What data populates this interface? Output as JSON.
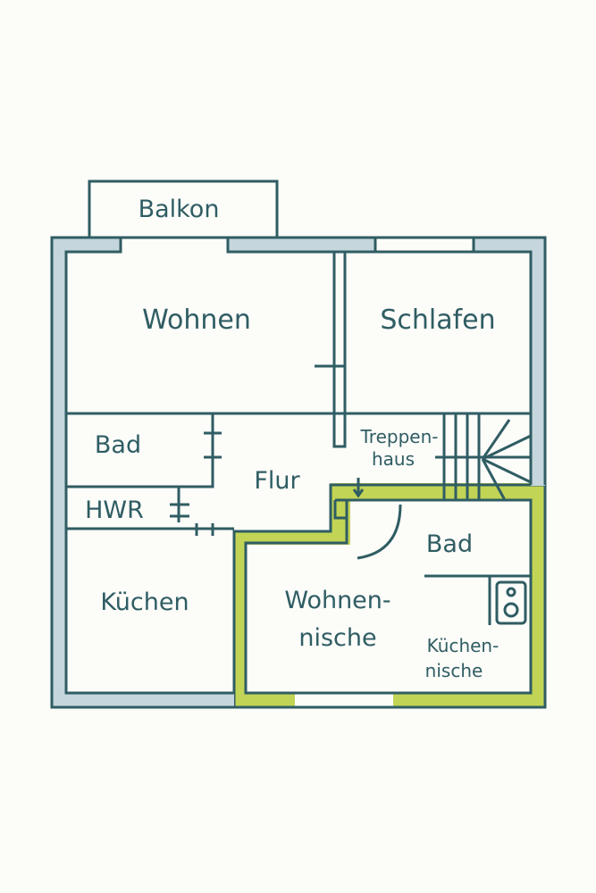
{
  "rooms": {
    "balkon": "Balkon",
    "wohnen": "Wohnen",
    "schlafen": "Schlafen",
    "bad1": "Bad",
    "flur": "Flur",
    "hwr": "HWR",
    "treppenhaus_1": "Treppen-",
    "treppenhaus_2": "haus",
    "kuechen": "Küchen",
    "wohnennische_1": "Wohnen-",
    "wohnennische_2": "nische",
    "bad2": "Bad",
    "kuechennische_1": "Küchen-",
    "kuechennische_2": "nische"
  },
  "colors": {
    "line": "#2f5d63",
    "wall": "#c5d6dc",
    "highlight": "#c2d455",
    "background": "#fcfcf9"
  }
}
